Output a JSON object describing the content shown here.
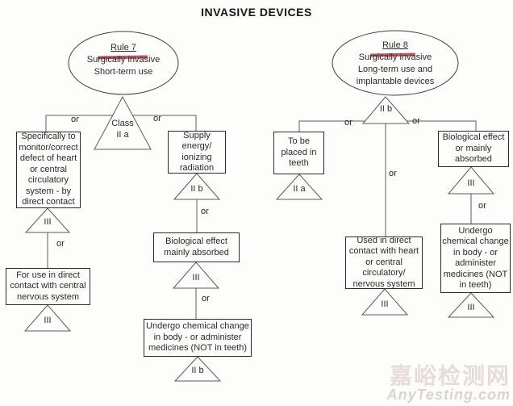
{
  "title": "INVASIVE DEVICES",
  "or": "or",
  "rule7": {
    "name": "Rule 7",
    "desc": "Surgically invasive\nShort-term use",
    "class_label": "Class\nII a",
    "left": {
      "box1": "Specifically to\nmonitor/correct\ndefect of heart\nor central\ncirculatory\nsystem - by\ndirect contact",
      "tri1": "III",
      "box2": "For use in direct\ncontact with central\nnervous system",
      "tri2": "III"
    },
    "right": {
      "box1": "Supply\nenergy/\nionizing\nradiation",
      "tri1": "II b",
      "box2": "Biological effect\nmainly absorbed",
      "tri2": "III",
      "box3": "Undergo chemical change\nin body - or administer\nmedicines (NOT in teeth)",
      "tri3": "II b"
    }
  },
  "rule8": {
    "name": "Rule 8",
    "desc": "Surgically invasive\nLong-term use and\nimplantable devices",
    "class_label": "II b",
    "left": {
      "box1": "To be\nplaced in\nteeth",
      "tri1": "II a"
    },
    "mid": {
      "box1": "Used in direct\ncontact with heart\nor central\ncirculatory/\nnervous system",
      "tri1": "III"
    },
    "right": {
      "box1": "Biological effect\nor mainly\nabsorbed",
      "tri1": "III",
      "box2": "Undergo\nchemical change\nin body - or\nadminister\nmedicines (NOT\nin teeth)",
      "tri2": "III"
    }
  },
  "watermark": {
    "cn": "嘉峪检测网",
    "en": "AnyTesting.com"
  },
  "colors": {
    "marker_red": "#b2454d",
    "line_gray": "#5a5a5a",
    "watermark_pink": "#e7dbdd"
  }
}
